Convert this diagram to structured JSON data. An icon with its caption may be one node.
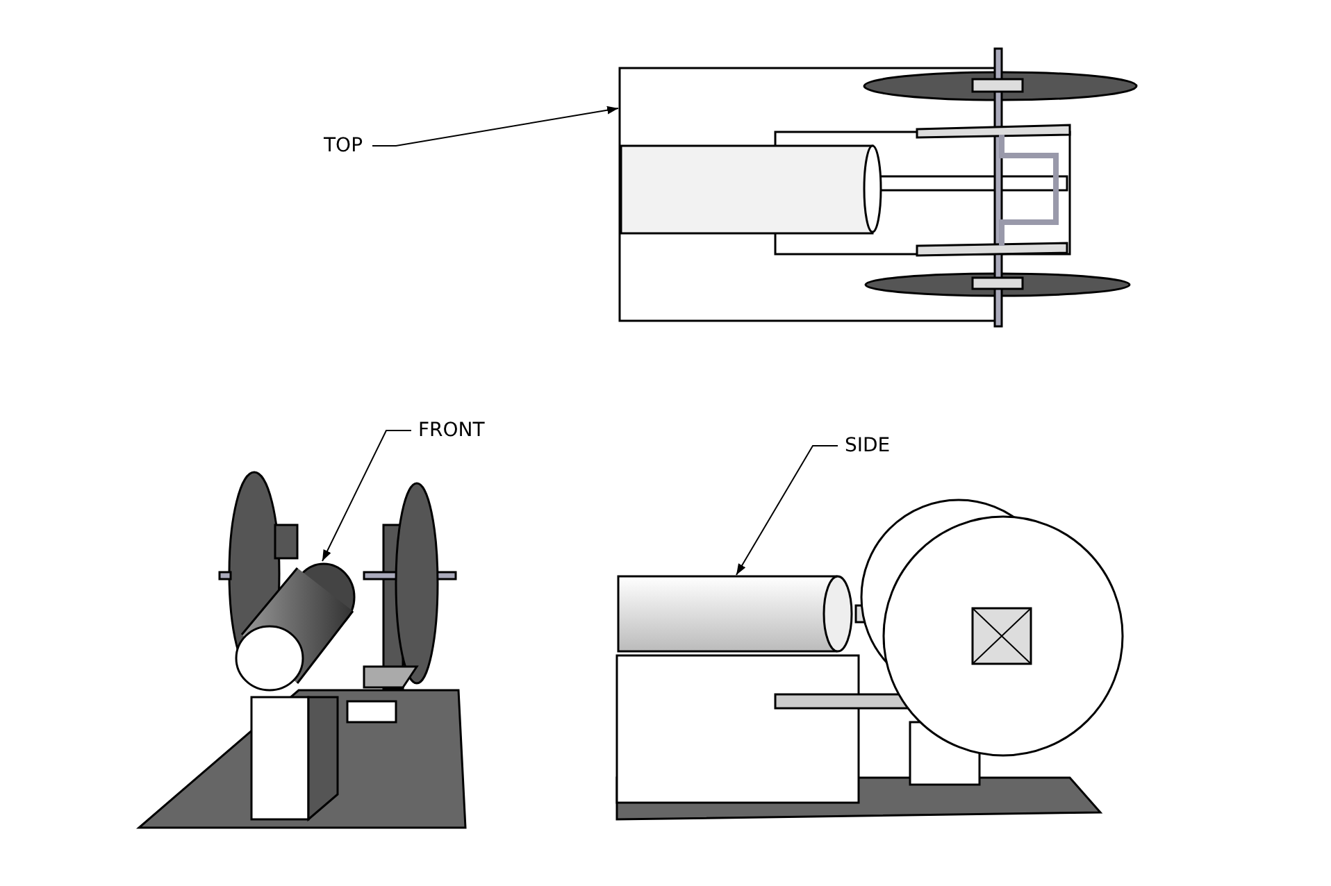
{
  "diagram": {
    "nodes": [
      {
        "text": [
          "TOP"
        ]
      },
      {
        "text": [],
        "shape": "box"
      },
      {
        "text": [
          "FRONT"
        ]
      },
      {
        "text": [],
        "shape": "cylinder"
      },
      {
        "text": [
          "SIDE"
        ]
      },
      {
        "text": [],
        "shape": "cylinder"
      }
    ],
    "edges": [
      {
        "from": 0,
        "to": 1,
        "arrow": "to"
      },
      {
        "from": 2,
        "to": 3,
        "arrow": "to"
      },
      {
        "from": 4,
        "to": 5,
        "arrow": "to"
      }
    ]
  }
}
